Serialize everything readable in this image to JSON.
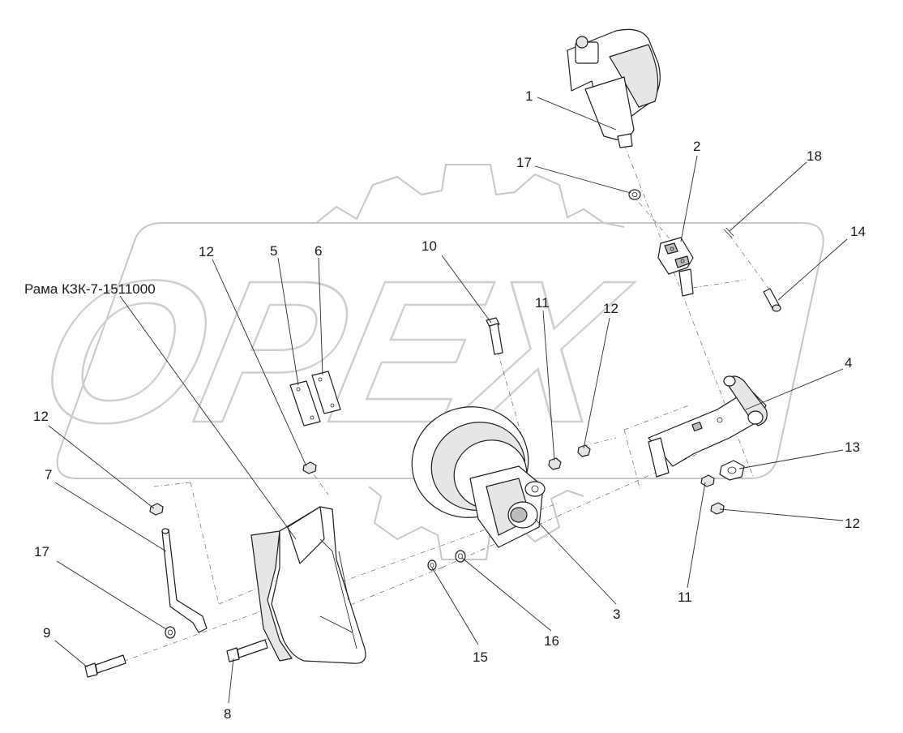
{
  "frame_label": "Рама КЗК-7-1511000",
  "callouts": [
    "1",
    "2",
    "3",
    "4",
    "5",
    "6",
    "7",
    "8",
    "9",
    "10",
    "11",
    "11",
    "12",
    "12",
    "12",
    "12",
    "13",
    "14",
    "15",
    "16",
    "17",
    "17",
    "18"
  ],
  "watermark": {
    "text": "OPEX",
    "color": "#cccccc"
  },
  "colors": {
    "line": "#1c1c1c",
    "fill_light": "#e6e6e6",
    "fill_dark": "#bdbdbd"
  }
}
